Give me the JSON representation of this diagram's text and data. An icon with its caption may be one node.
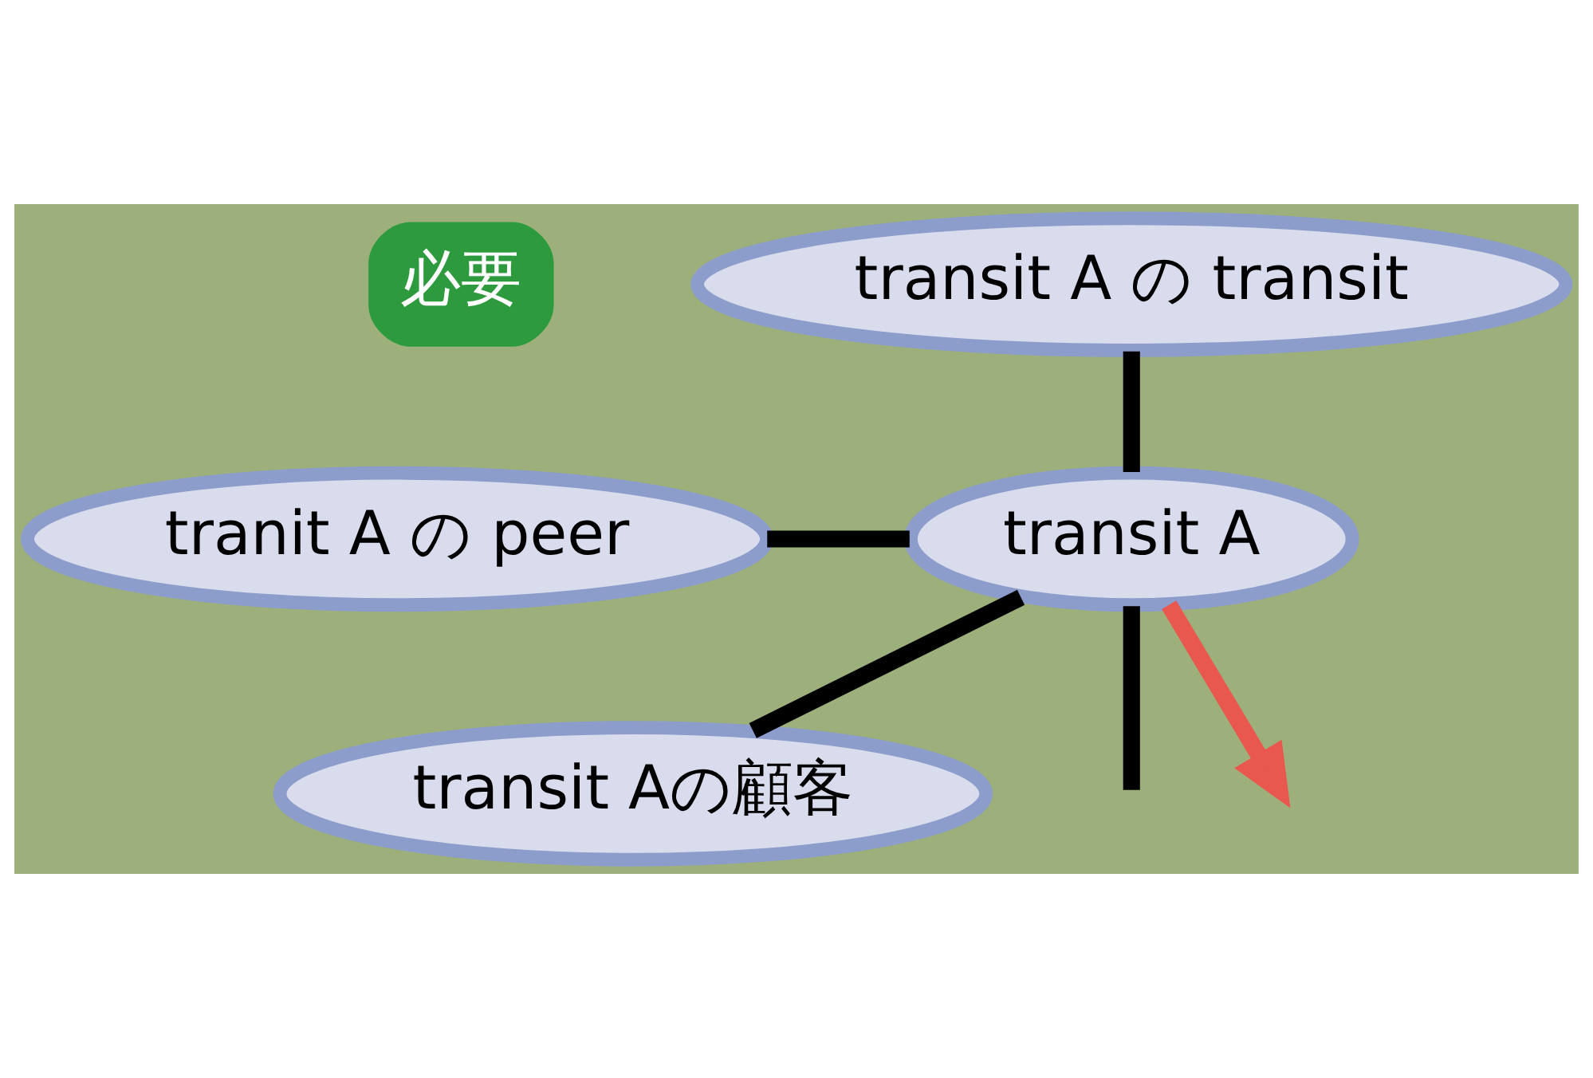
{
  "diagram": {
    "nodes": [
      {
        "text": [
          "必要"
        ]
      },
      {
        "text": [
          "transit A の transit"
        ]
      },
      {
        "text": [
          "tranit A の peer"
        ]
      },
      {
        "text": [
          "transit A"
        ]
      },
      {
        "text": [
          "transit Aの顧客"
        ]
      }
    ],
    "edges": [
      {
        "from": 1,
        "to": 3,
        "arrow": "none"
      },
      {
        "from": 2,
        "to": 3,
        "arrow": "none"
      },
      {
        "from": 3,
        "to": 4,
        "arrow": "none"
      },
      {
        "from": 3,
        "to": null,
        "arrow": "none"
      },
      {
        "from": 3,
        "to": null,
        "arrow": "to",
        "color": "#e8584f"
      }
    ]
  }
}
